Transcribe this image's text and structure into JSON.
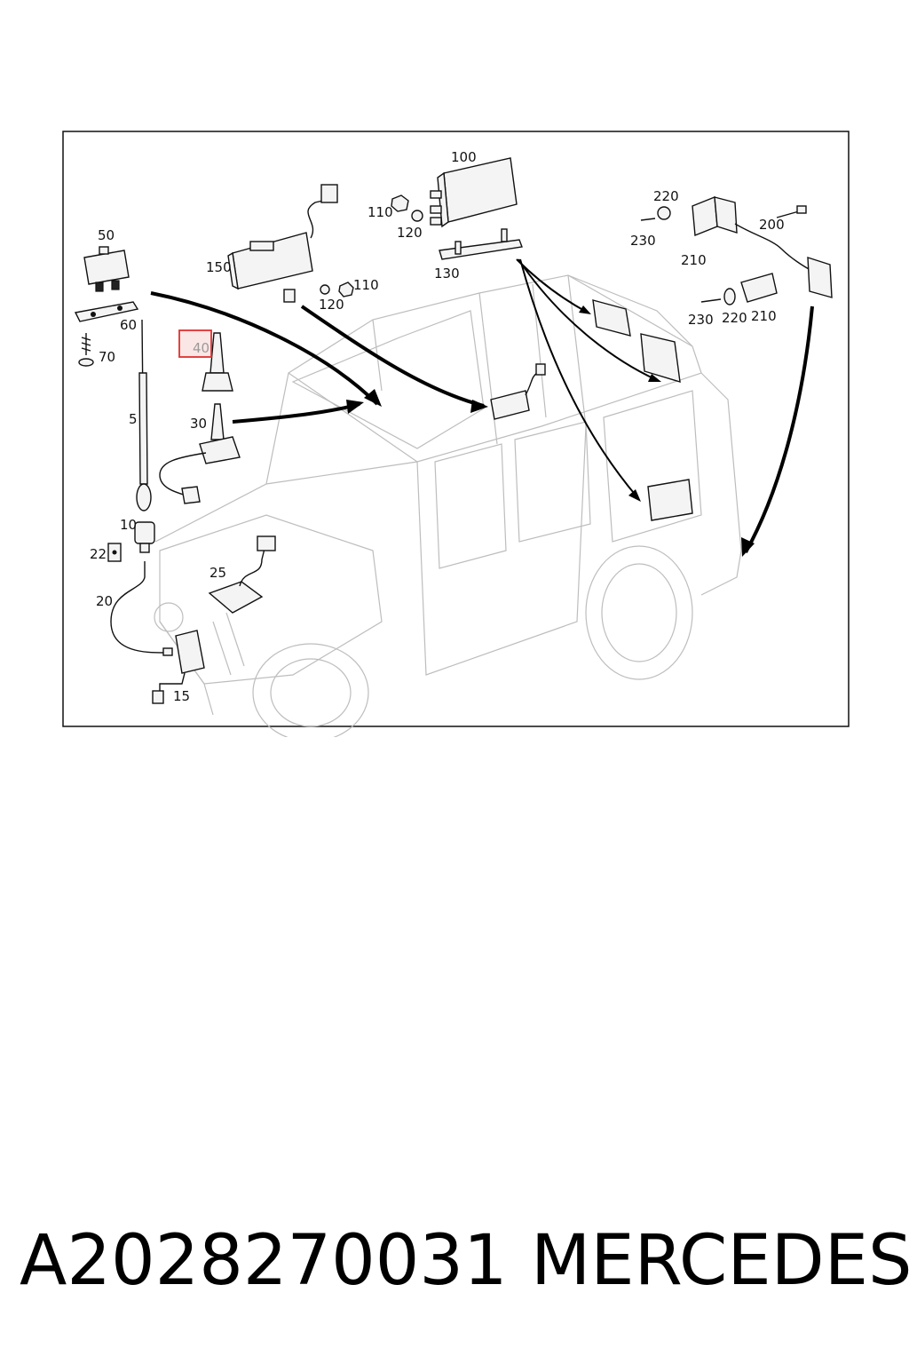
{
  "diagram": {
    "callouts": [
      {
        "id": "100",
        "label": "100"
      },
      {
        "id": "110a",
        "label": "110"
      },
      {
        "id": "120a",
        "label": "120"
      },
      {
        "id": "130",
        "label": "130"
      },
      {
        "id": "150",
        "label": "150"
      },
      {
        "id": "110b",
        "label": "110"
      },
      {
        "id": "120b",
        "label": "120"
      },
      {
        "id": "50",
        "label": "50"
      },
      {
        "id": "60",
        "label": "60"
      },
      {
        "id": "70",
        "label": "70"
      },
      {
        "id": "40",
        "label": "40",
        "highlighted": true
      },
      {
        "id": "5",
        "label": "5"
      },
      {
        "id": "30",
        "label": "30"
      },
      {
        "id": "10",
        "label": "10"
      },
      {
        "id": "22",
        "label": "22"
      },
      {
        "id": "25",
        "label": "25"
      },
      {
        "id": "20",
        "label": "20"
      },
      {
        "id": "15",
        "label": "15"
      },
      {
        "id": "220a",
        "label": "220"
      },
      {
        "id": "230a",
        "label": "230"
      },
      {
        "id": "210a",
        "label": "210"
      },
      {
        "id": "200",
        "label": "200"
      },
      {
        "id": "230b",
        "label": "230"
      },
      {
        "id": "220b",
        "label": "220"
      },
      {
        "id": "210b",
        "label": "210"
      }
    ],
    "highlight_color": "#e03030"
  },
  "footer": {
    "part_number": "A2028270031",
    "brand": "MERCEDES"
  }
}
